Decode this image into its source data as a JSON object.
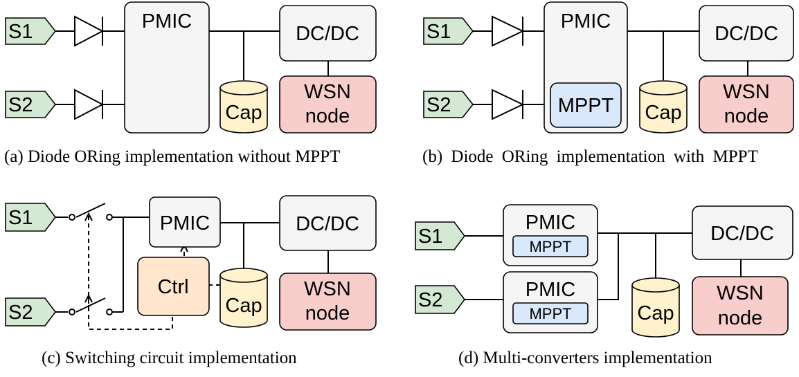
{
  "colors": {
    "source_fill": "#d5e8d4",
    "box_fill": "#f5f5f5",
    "cap_fill": "#fff2cc",
    "wsn_fill": "#f8cecc",
    "mppt_fill": "#dae8fc",
    "ctrl_fill": "#ffe6cc"
  },
  "labels": {
    "s1": "S1",
    "s2": "S2",
    "pmic": "PMIC",
    "dcdc": "DC/DC",
    "cap": "Cap",
    "wsn_line1": "WSN",
    "wsn_line2": "node",
    "mppt": "MPPT",
    "ctrl": "Ctrl"
  },
  "captions": {
    "a": "(a) Diode ORing implementation without MPPT",
    "b": "(b) Diode ORing implementation with MPPT",
    "c": "(c) Switching circuit implementation",
    "d": "(d) Multi-converters implementation"
  }
}
